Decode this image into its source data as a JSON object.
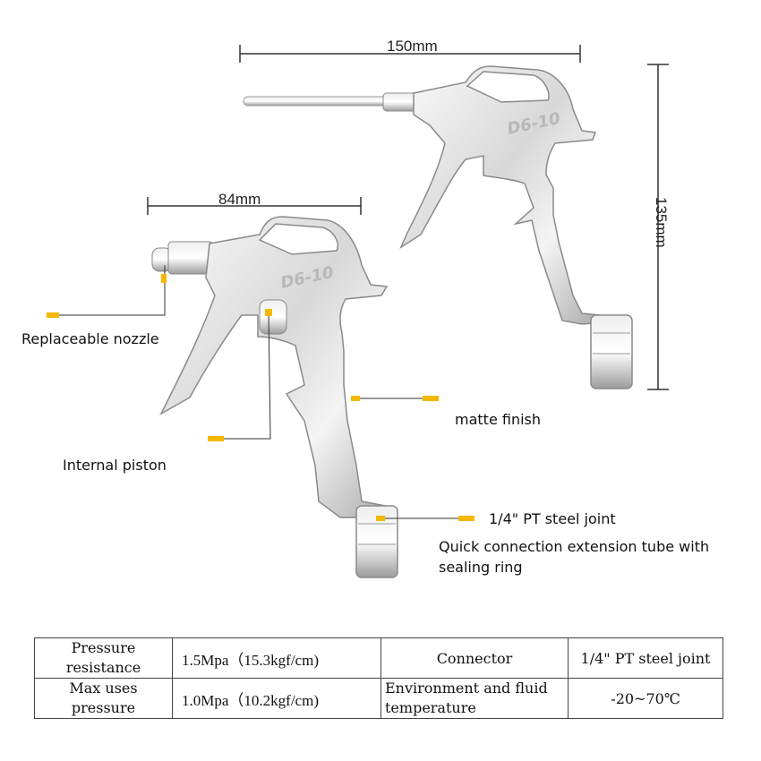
{
  "dimensions": {
    "length": "150mm",
    "height": "135mm",
    "nozzle_gun_length": "84mm"
  },
  "brand_marking": "D6-10",
  "callouts": {
    "nozzle": "Replaceable nozzle",
    "piston": "Internal piston",
    "finish": "matte finish",
    "joint": "1/4\" PT steel joint",
    "quick_connect_line1": "Quick connection extension tube with",
    "quick_connect_line2": "sealing ring"
  },
  "spec_table": {
    "rows": [
      {
        "label_line1": "Pressure",
        "label_line2": "resistance",
        "value": "1.5Mpa（15.3kgf/cm)",
        "label2": "Connector",
        "value2": "1/4\" PT steel joint"
      },
      {
        "label_line1": "Max uses",
        "label_line2": "pressure",
        "value": "1.0Mpa（10.2kgf/cm)",
        "label2_line1": "Environment and fluid",
        "label2_line2": "temperature",
        "value2": "-20~70℃"
      }
    ]
  },
  "colors": {
    "accent": "#f5b800",
    "metal_light": "#f2f2f2",
    "metal_mid": "#c9c9c9",
    "metal_dark": "#8a8a8a"
  }
}
